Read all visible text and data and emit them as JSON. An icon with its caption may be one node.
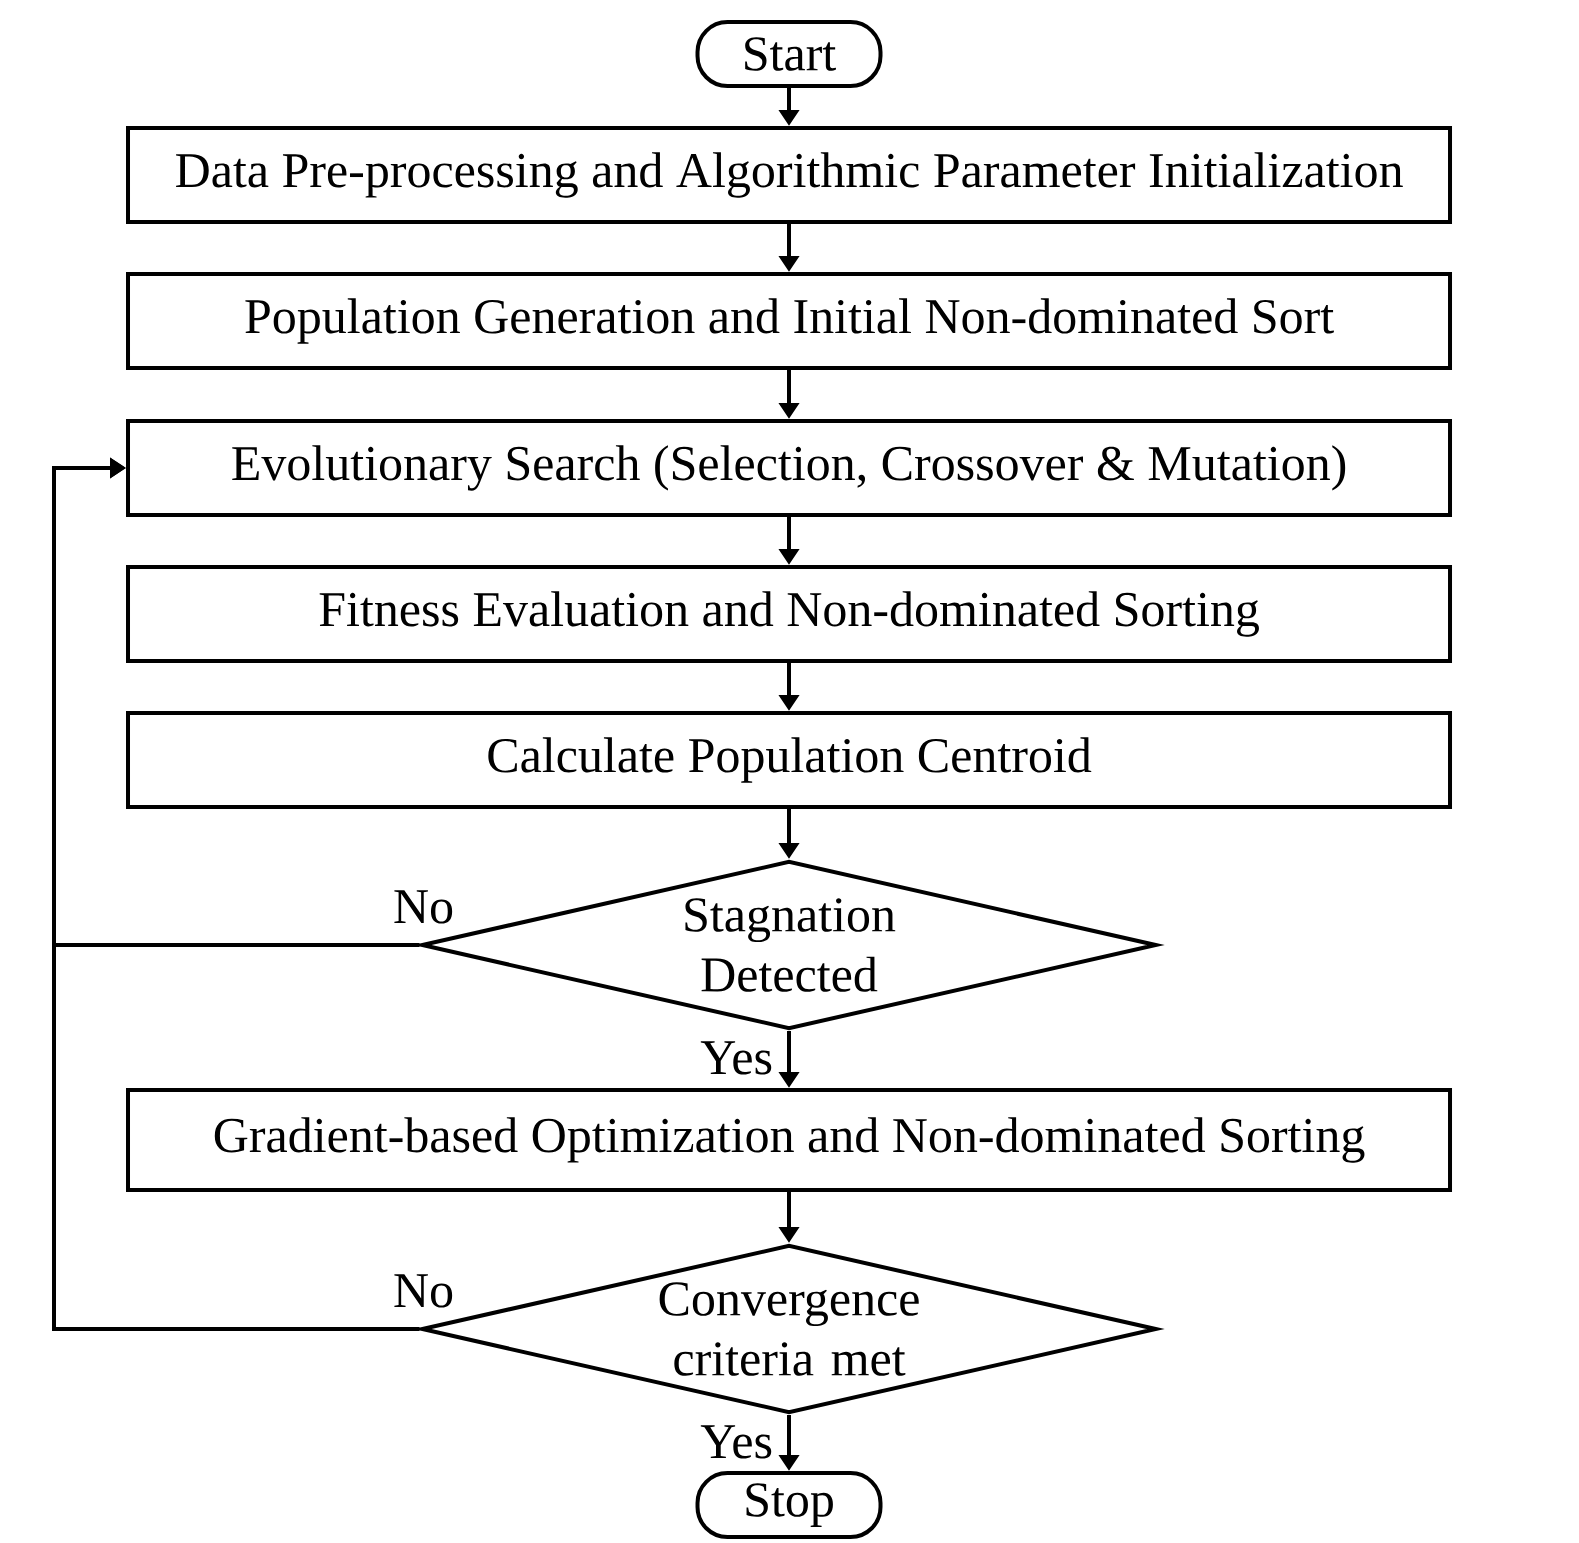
{
  "diagram": {
    "nodes": [
      {
        "text": [
          "Start"
        ]
      },
      {
        "text": [
          "Data Pre-processing and Algorithmic Parameter Initialization"
        ]
      },
      {
        "text": [
          "Population Generation and Initial Non-dominated Sort"
        ]
      },
      {
        "text": [
          "Evolutionary Search (Selection, Crossover & Mutation)"
        ]
      },
      {
        "text": [
          "Fitness Evaluation and Non-dominated Sorting"
        ]
      },
      {
        "text": [
          "Calculate Population Centroid"
        ]
      },
      {
        "text": [
          "Stagnation Detected"
        ]
      },
      {
        "text": [
          "Gradient-based Optimization and Non-dominated Sorting"
        ]
      },
      {
        "text": [
          "Convergence criteria met"
        ]
      },
      {
        "text": [
          "Stop"
        ]
      }
    ],
    "edges": [
      {
        "from": 0,
        "to": 1,
        "arrow": "to"
      },
      {
        "from": 1,
        "to": 2,
        "arrow": "to"
      },
      {
        "from": 2,
        "to": 3,
        "arrow": "to"
      },
      {
        "from": 3,
        "to": 4,
        "arrow": "to"
      },
      {
        "from": 4,
        "to": 5,
        "arrow": "to"
      },
      {
        "from": 5,
        "to": 6,
        "arrow": "to"
      },
      {
        "from": 6,
        "to": 7,
        "arrow": "to",
        "label": "Yes"
      },
      {
        "from": 6,
        "to": 3,
        "arrow": "to",
        "label": "No"
      },
      {
        "from": 7,
        "to": 8,
        "arrow": "to"
      },
      {
        "from": 8,
        "to": 9,
        "arrow": "to",
        "label": "Yes"
      },
      {
        "from": 8,
        "to": 3,
        "arrow": "to",
        "label": "No"
      }
    ]
  }
}
